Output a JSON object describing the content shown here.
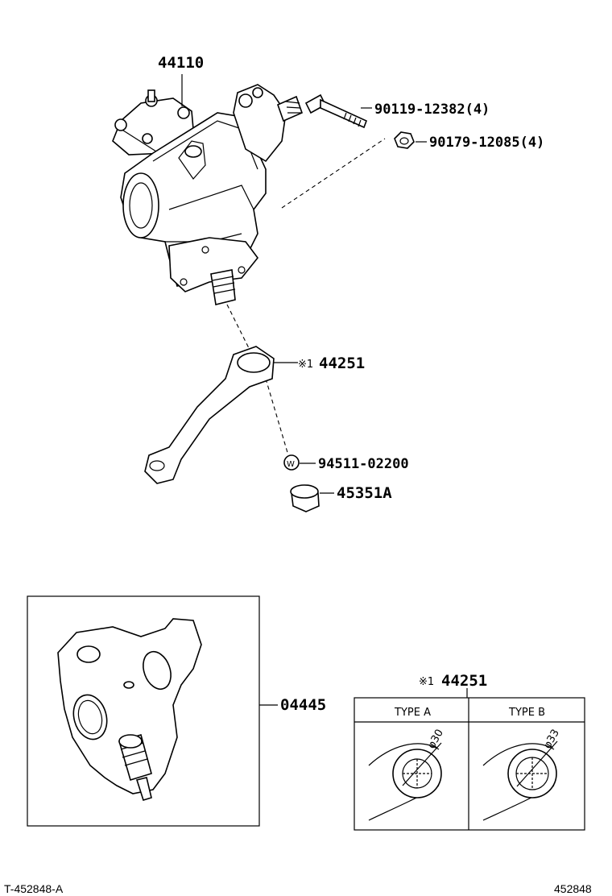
{
  "parts": {
    "gear_assembly": "44110",
    "bolt": "90119-12382(4)",
    "nut": "90179-12085(4)",
    "pitman_arm": "44251",
    "pitman_arm_mark": "※1",
    "washer": "94511-02200",
    "washer_mark": "W",
    "nut_45351a": "45351A",
    "gasket_kit": "04445"
  },
  "type_table": {
    "mark": "※1",
    "part": "44251",
    "type_a": "TYPE A",
    "type_b": "TYPE B",
    "dim_a": "φ30",
    "dim_b": "φ33"
  },
  "footer": {
    "left": "T-452848-A",
    "right": "452848"
  }
}
